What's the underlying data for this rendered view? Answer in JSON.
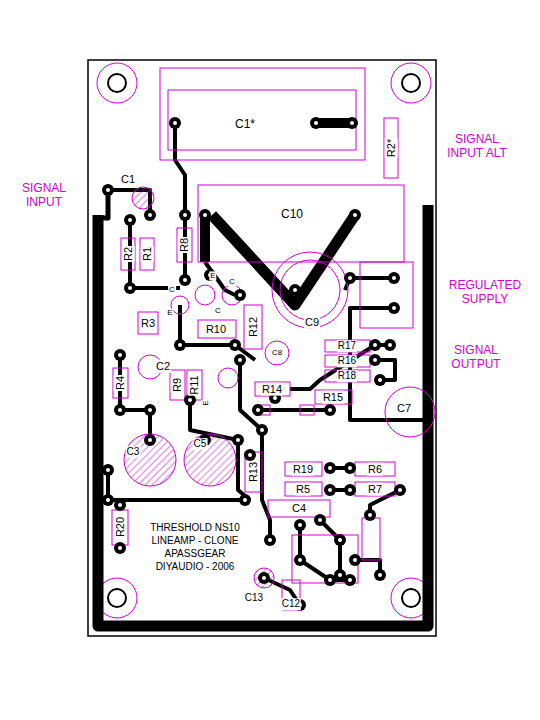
{
  "diagram": {
    "labels": [
      "SIGNAL INPUT",
      "C1*",
      "R2*",
      "SIGNAL INPUT ALT",
      "C1",
      "R2",
      "R1",
      "R8",
      "C10",
      "REGULATED SUPPLY",
      "E",
      "C",
      "C",
      "E",
      "C",
      "E",
      "R3",
      "C9",
      "R10",
      "R12",
      "C8",
      "R17",
      "R16",
      "R18",
      "SIGNAL OUTPUT",
      "R4",
      "C2",
      "R9",
      "R11",
      "R14",
      "R15",
      "C7",
      "C3",
      "C5",
      "R13",
      "R19",
      "R5",
      "R6",
      "R7",
      "C4",
      "R20",
      "THRESHOLD NS10",
      "LINEAMP - CLONE",
      "APASSGEAR",
      "DIYAUDIO - 2006",
      "C13",
      "C12"
    ]
  }
}
